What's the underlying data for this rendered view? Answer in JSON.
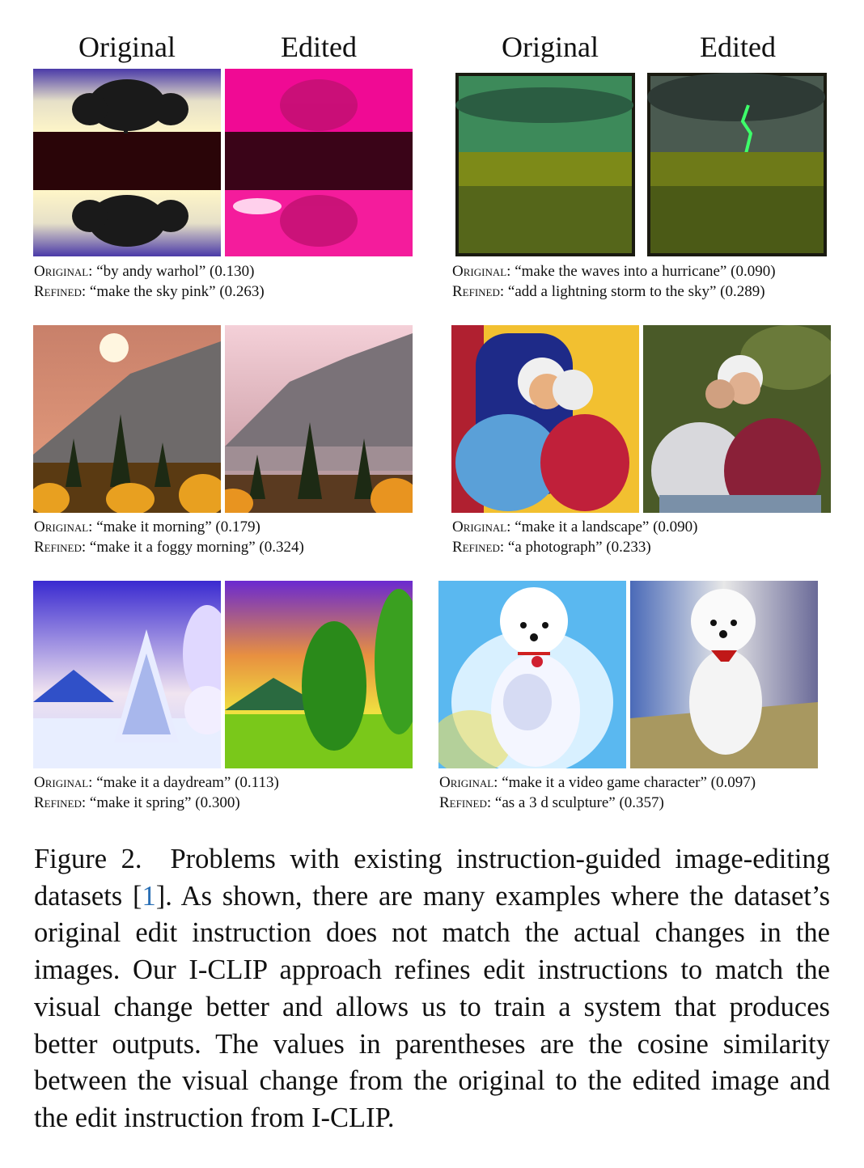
{
  "headers": {
    "left_original": "Original",
    "left_edited": "Edited",
    "right_original": "Original",
    "right_edited": "Edited"
  },
  "caption_keys": {
    "original": "Original:",
    "refined": "Refined:"
  },
  "examples": [
    {
      "original": "“by andy warhol” (0.130)",
      "refined": "“make the sky pink” (0.263)"
    },
    {
      "original": "“make the waves into a hurricane” (0.090)",
      "refined": "“add a lightning storm to the sky” (0.289)"
    },
    {
      "original": "“make it morning” (0.179)",
      "refined": "“make it a foggy morning” (0.324)"
    },
    {
      "original": "“make it a landscape” (0.090)",
      "refined": "“a photograph” (0.233)"
    },
    {
      "original": "“make it a daydream” (0.113)",
      "refined": "“make it spring” (0.300)"
    },
    {
      "original": "“make it a video game character” (0.097)",
      "refined": "“as a 3 d sculpture” (0.357)"
    }
  ],
  "figure_caption": {
    "label": "Figure 2.",
    "text_a": "Problems with existing instruction-guided image-editing datasets [",
    "ref": "1",
    "text_b": "]. As shown, there are many examples where the dataset’s original edit instruction does not match the actual changes in the images. Our I-CLIP approach refines edit instructions to match the visual change better and allows us to train a system that produces better outputs. The values in parentheses are the cosine similarity between the visual change from the original to the edited image and the edit instruction from I-CLIP."
  }
}
